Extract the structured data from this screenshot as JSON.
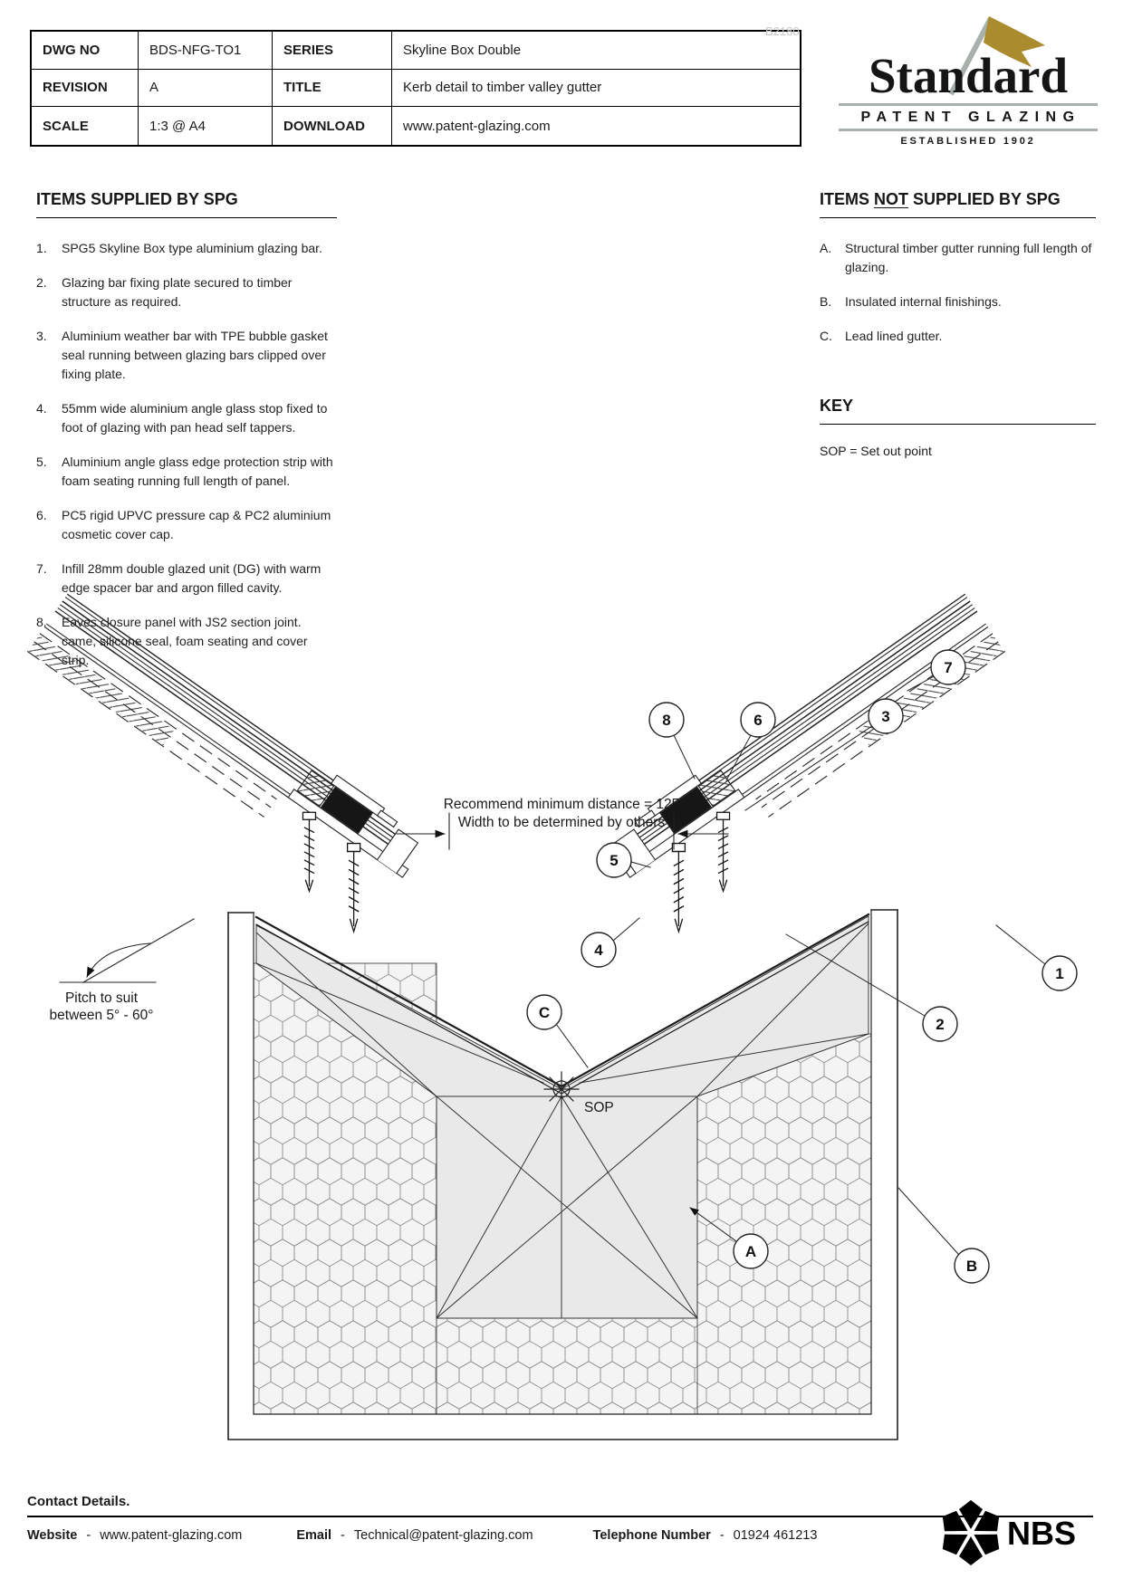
{
  "watermark": "B2180",
  "title_block": {
    "dwg_no_label": "DWG NO",
    "dwg_no": "BDS-NFG-TO1",
    "series_label": "SERIES",
    "series": "Skyline Box Double",
    "revision_label": "REVISION",
    "revision": "A",
    "title_label": "TITLE",
    "title": "Kerb detail to timber valley gutter",
    "scale_label": "SCALE",
    "scale": "1:3 @ A4",
    "download_label": "DOWNLOAD",
    "download": "www.patent-glazing.com"
  },
  "logo": {
    "name": "Standard",
    "subtitle": "PATENT GLAZING",
    "established": "ESTABLISHED 1902"
  },
  "supplied": {
    "heading": "ITEMS SUPPLIED BY SPG",
    "items": [
      {
        "num": "1.",
        "text": "SPG5 Skyline Box type aluminium glazing bar."
      },
      {
        "num": "2.",
        "text": "Glazing bar fixing plate secured to timber structure as required."
      },
      {
        "num": "3.",
        "text": "Aluminium weather bar with TPE bubble gasket seal running between glazing bars clipped over fixing plate."
      },
      {
        "num": "4.",
        "text": "55mm wide aluminium angle glass stop fixed to foot of glazing with pan head self tappers."
      },
      {
        "num": "5.",
        "text": "Aluminium angle glass edge protection strip with foam seating running full length of panel."
      },
      {
        "num": "6.",
        "text": "PC5 rigid UPVC pressure cap & PC2 aluminium cosmetic cover cap."
      },
      {
        "num": "7.",
        "text": "Infill 28mm double glazed unit (DG) with warm edge spacer bar and argon filled cavity."
      },
      {
        "num": "8.",
        "text": "Eaves closure panel with JS2 section joint. came, silicone seal, foam seating and cover strip."
      }
    ]
  },
  "not_supplied": {
    "heading_pre": "ITEMS ",
    "heading_not": "NOT",
    "heading_post": " SUPPLIED BY SPG",
    "items": [
      {
        "num": "A.",
        "text": "Structural timber gutter running full length of glazing."
      },
      {
        "num": "B.",
        "text": "Insulated internal finishings."
      },
      {
        "num": "C.",
        "text": "Lead lined gutter."
      }
    ]
  },
  "key": {
    "heading": "KEY",
    "entry": "SOP = Set out point"
  },
  "drawing": {
    "dim_line1": "Recommend minimum distance = 125",
    "dim_line2": "Width to be determined by others",
    "pitch_line1": "Pitch to suit",
    "pitch_line2": "between 5° - 60°",
    "sop_label": "SOP",
    "balloons": {
      "n1": "1",
      "n2": "2",
      "n3": "3",
      "n4": "4",
      "n5": "5",
      "n6": "6",
      "n7": "7",
      "n8": "8",
      "a": "A",
      "b": "B",
      "c": "C"
    }
  },
  "footer": {
    "heading": "Contact Details.",
    "website_label": "Website",
    "website_sep": "-",
    "website": "www.patent-glazing.com",
    "email_label": "Email",
    "email_sep": "-",
    "email": "Technical@patent-glazing.com",
    "phone_label": "Telephone Number",
    "phone_sep": "-",
    "phone": "01924 461213",
    "nbs": "NBS"
  },
  "colors": {
    "gold": "#aa8b2d",
    "logo_gray": "#a7b0ab",
    "timber_gray": "#e9e9e9",
    "line": "#222222"
  }
}
